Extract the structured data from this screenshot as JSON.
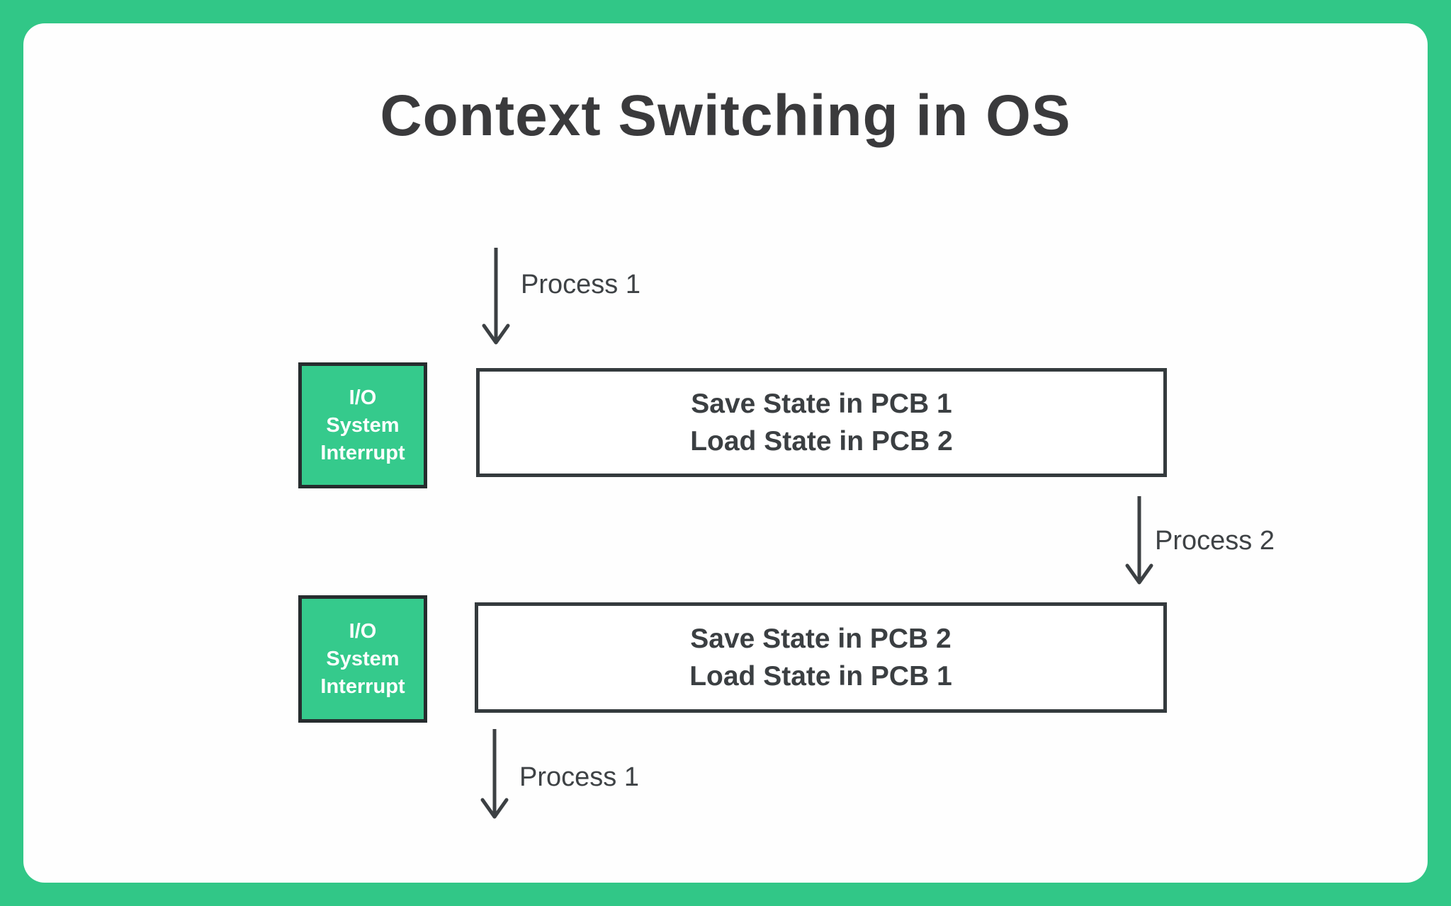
{
  "title": "Context Switching in OS",
  "colors": {
    "frame_green": "#31c787",
    "card_white": "#fefefe",
    "interrupt_box_green": "#35ca8c",
    "box_border_dark": "#31373a",
    "title_text": "#3a3a3c",
    "body_text": "#3b3f42",
    "interrupt_text": "#ffffff"
  },
  "flow": {
    "top_arrow_label": "Process 1",
    "middle_arrow_label": "Process 2",
    "bottom_arrow_label": "Process 1"
  },
  "interrupt_boxes": [
    {
      "line1": "I/O",
      "line2": "System",
      "line3": "Interrupt"
    },
    {
      "line1": "I/O",
      "line2": "System",
      "line3": "Interrupt"
    }
  ],
  "state_boxes": [
    {
      "line1": "Save State in PCB 1",
      "line2": "Load State in PCB 2"
    },
    {
      "line1": "Save State in PCB 2",
      "line2": "Load State in PCB 1"
    }
  ]
}
